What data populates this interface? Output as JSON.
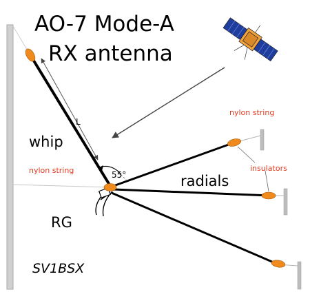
{
  "diagram": {
    "title_line1": "AO-7 Mode-A",
    "title_line2": "RX antenna",
    "labels": {
      "length": "L",
      "whip": "whip",
      "nylon_left": "nylon string",
      "nylon_right": "nylon string",
      "angle": "55°",
      "insulators": "insulators",
      "radials": "radials",
      "rg": "RG",
      "callsign": "SV1BSX"
    },
    "icons": {
      "satellite": "satellite-icon",
      "signal_arrow": "arrow-down-left-icon"
    },
    "colors": {
      "insulator": "#f08a1c",
      "annotation": "#e23a1e",
      "post": "#c8c8c8",
      "panel": "#1f3d9c",
      "body": "#f2a33a"
    }
  }
}
